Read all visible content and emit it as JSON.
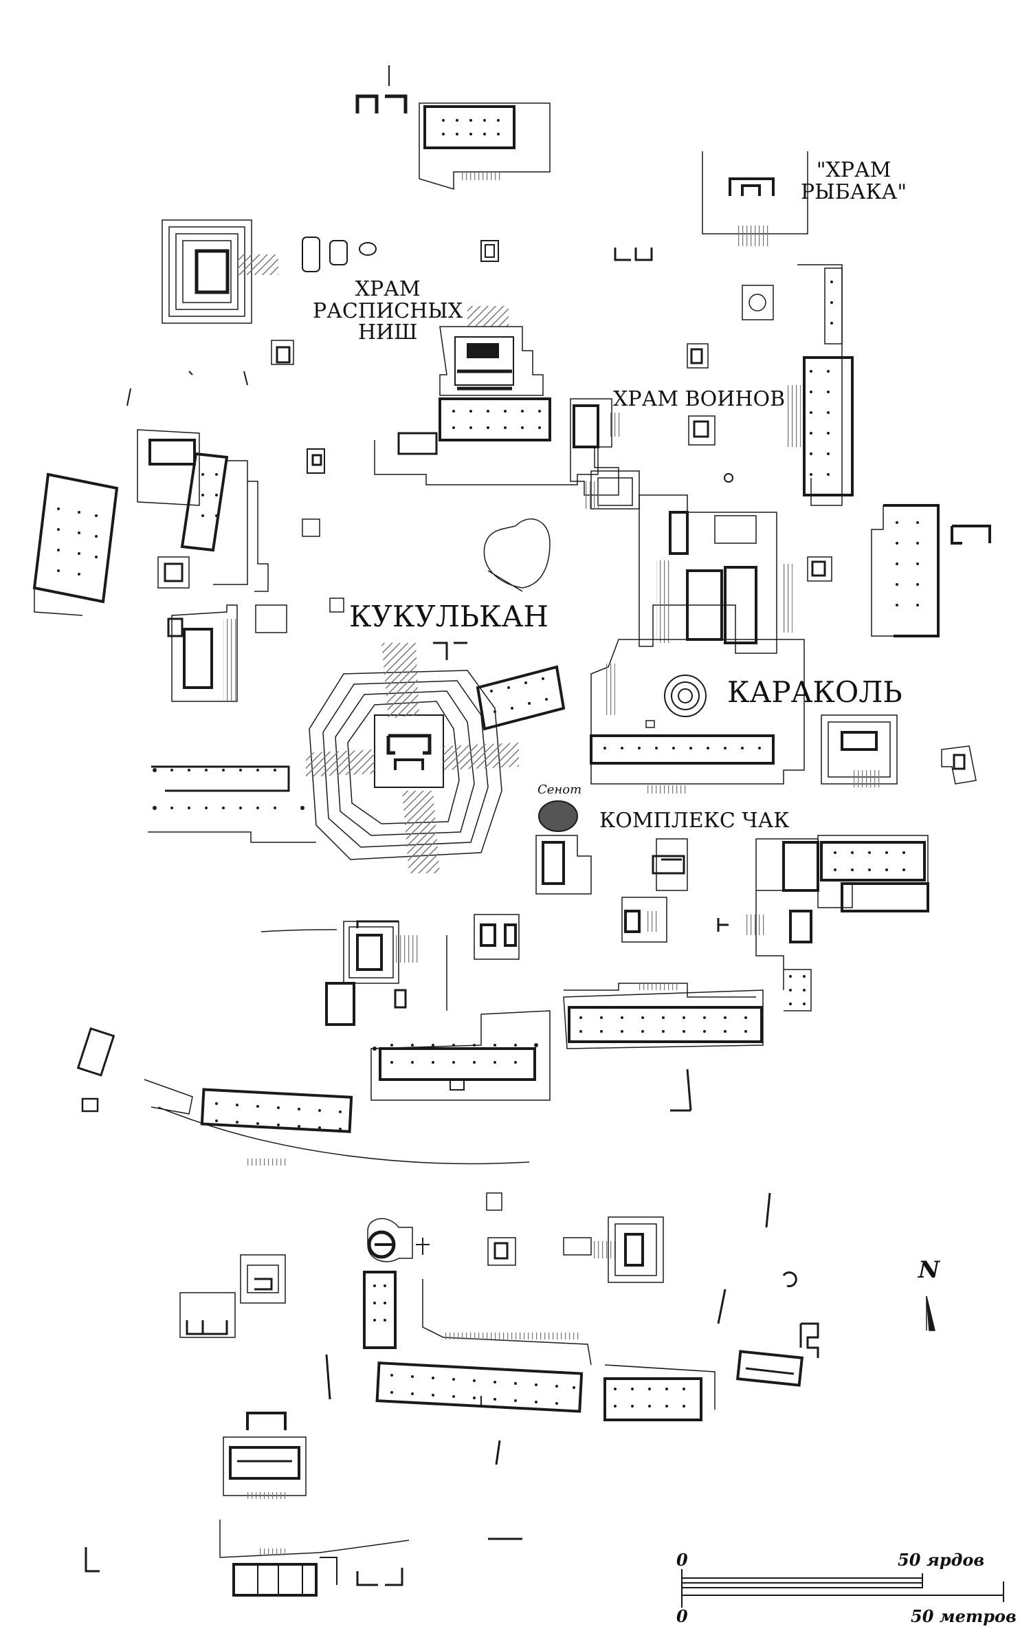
{
  "colors": {
    "ink": "#1a1a1a",
    "hatch": "#8a8a8a",
    "cenote": "#555555",
    "background": "#ffffff"
  },
  "labels": {
    "fisherman_temple": [
      "\"ХРАМ",
      "РЫБАКА\""
    ],
    "painted_niches_temple": [
      "ХРАМ",
      "РАСПИСНЫХ",
      "НИШ"
    ],
    "warriors_temple": "ХРАМ ВОИНОВ",
    "kukulkan": "КУКУЛЬКАН",
    "caracol": "КАРАКОЛЬ",
    "cenote": "Сенот",
    "chak_complex": "КОМПЛЕКС ЧАК"
  },
  "north": {
    "letter": "N",
    "icon": "north-arrow-icon"
  },
  "scale_bar": {
    "top_zero": "0",
    "top_value": "50 ярдов",
    "bottom_zero": "0",
    "bottom_value": "50 метров"
  }
}
